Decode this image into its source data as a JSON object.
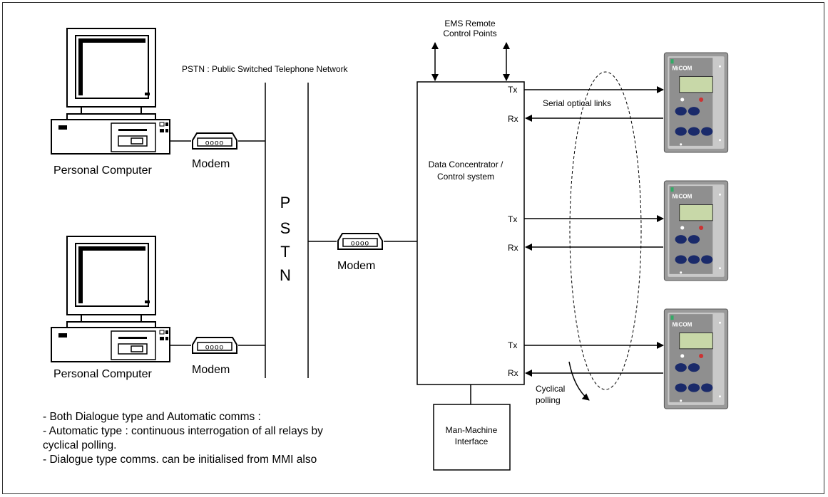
{
  "diagram": {
    "pstn_title": "PSTN : Public Switched Telephone Network",
    "pstn_letters": [
      "P",
      "S",
      "T",
      "N"
    ],
    "ems_label_line1": "EMS Remote",
    "ems_label_line2": "Control Points",
    "computer_label": "Personal Computer",
    "modem_label": "Modem",
    "concentrator_line1": "Data Concentrator /",
    "concentrator_line2": "Control system",
    "tx_label": "Tx",
    "rx_label": "Rx",
    "serial_links_label": "Serial optical links",
    "mmi_line1": "Man-Machine",
    "mmi_line2": "Interface",
    "polling_line1": "Cyclical",
    "polling_line2": "polling",
    "relay_brand": "MiCOM",
    "notes": [
      "- Both Dialogue type and Automatic comms :",
      "- Automatic type : continuous interrogation of all relays by cyclical polling.",
      "- Dialogue type comms. can be initialised from MMI also"
    ]
  }
}
